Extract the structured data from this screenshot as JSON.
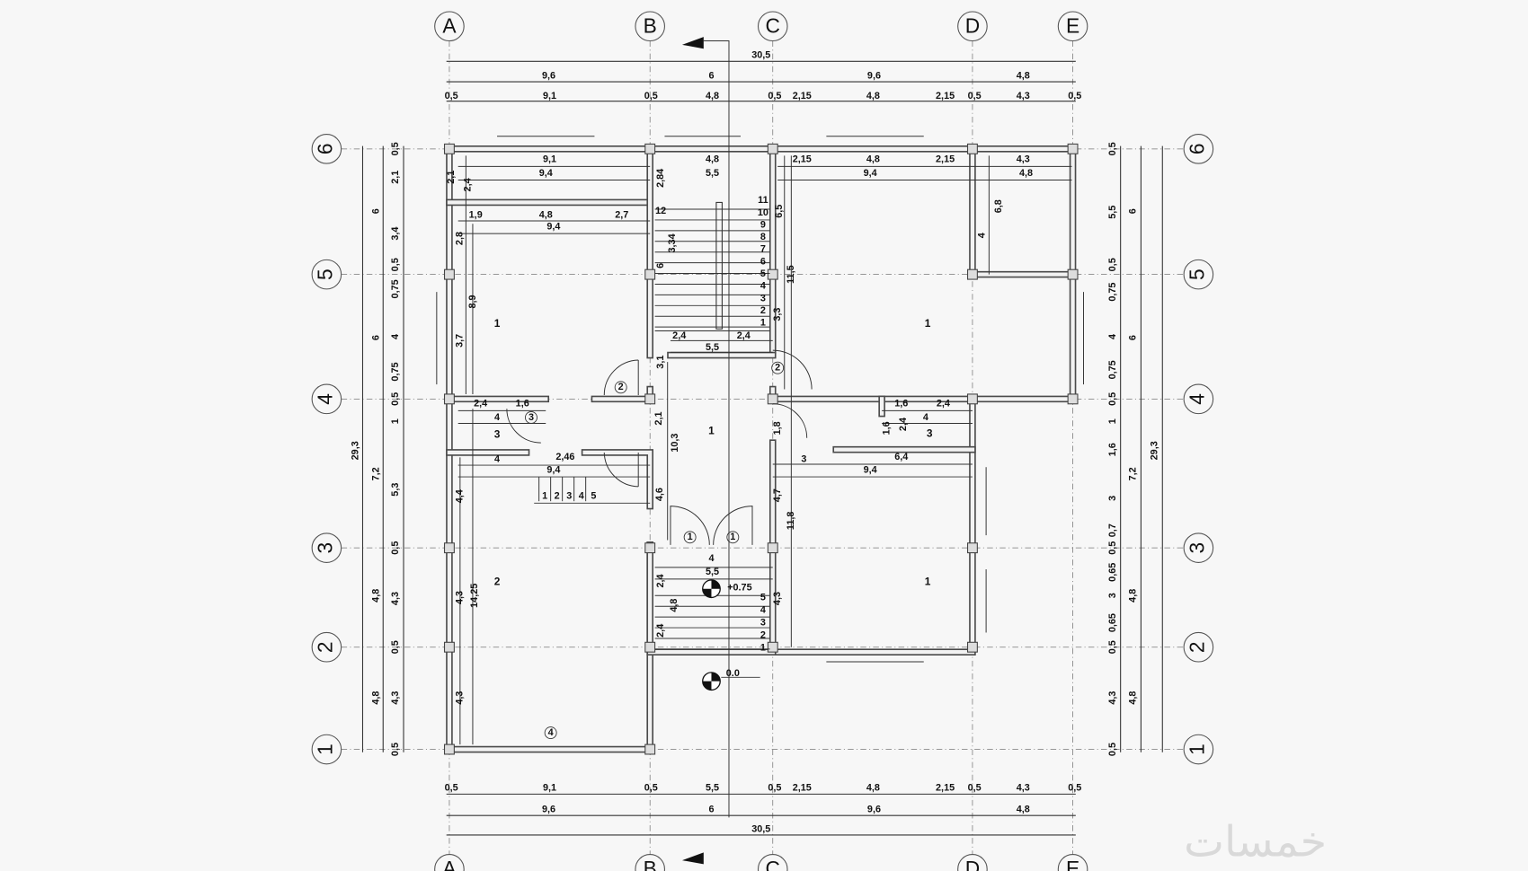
{
  "grid": {
    "columns": [
      "A",
      "B",
      "C",
      "D",
      "E"
    ],
    "rows": [
      "6",
      "5",
      "4",
      "3",
      "2",
      "1"
    ]
  },
  "dimensions": {
    "top_overall": "30,5",
    "top_axes": [
      "9,6",
      "6",
      "9,6",
      "4,8"
    ],
    "top_detail": [
      "0,5",
      "9,1",
      "0,5",
      "4,8",
      "0,5",
      "2,15",
      "4,8",
      "2,15",
      "0,5",
      "4,3",
      "0,5"
    ],
    "bottom_detail": [
      "0,5",
      "9,1",
      "0,5",
      "5,5",
      "0,5",
      "2,15",
      "4,8",
      "2,15",
      "0,5",
      "4,3",
      "0,5"
    ],
    "bottom_axes": [
      "9,6",
      "6",
      "9,6",
      "4,8"
    ],
    "bottom_overall": "30,5",
    "left_overall": "29,3",
    "left_axes": [
      "6",
      "6",
      "7,2",
      "4,8",
      "4,8"
    ],
    "left_detail": [
      "0,5",
      "2,1",
      "3,4",
      "0,5",
      "0,75",
      "4",
      "0,75",
      "0,5",
      "1",
      "5,3",
      "0,5",
      "4,3",
      "0,5",
      "4,3",
      "0,5"
    ],
    "right_overall": "29,3",
    "right_axes": [
      "6",
      "6",
      "7,2",
      "4,8",
      "4,8"
    ],
    "right_detail": [
      "0,5",
      "5,5",
      "0,5",
      "0,75",
      "4",
      "0,75",
      "0,5",
      "1",
      "1,6",
      "3",
      "0,7",
      "0,5",
      "0,65",
      "3",
      "0,65",
      "0,5",
      "4,3",
      "0,5"
    ]
  },
  "interior_labels": {
    "horizontal": [
      "9,1",
      "9,4",
      "4,8",
      "5,5",
      "2,15",
      "4,8",
      "2,15",
      "9,4",
      "4,3",
      "4,8",
      "1,9",
      "4,8",
      "2,7",
      "9,4",
      "2,4",
      "2,4",
      "5,5",
      "2,4",
      "1,6",
      "4",
      "4",
      "2,46",
      "9,4",
      "1,6",
      "2,4",
      "4",
      "6,4",
      "3",
      "9,4",
      "4",
      "5,5"
    ],
    "vertical": [
      "2,1",
      "2,4",
      "2,84",
      "2,8",
      "8,9",
      "3,7",
      "3,34",
      "6",
      "6,5",
      "11,5",
      "3,3",
      "3,1",
      "2,1",
      "10,3",
      "1,8",
      "4,7",
      "11,8",
      "4,6",
      "4,4",
      "4,3",
      "14,25",
      "4,3",
      "2,4",
      "4,8",
      "2,4",
      "4,3",
      "4",
      "6,8",
      "1,6",
      "2,4"
    ]
  },
  "rooms": [
    "1",
    "1",
    "1",
    "1",
    "2",
    "3",
    "3"
  ],
  "room_tags": [
    "2",
    "2",
    "1",
    "1",
    "4",
    "3"
  ],
  "stairs": {
    "upper_steps": [
      "1",
      "2",
      "3",
      "4",
      "5",
      "6",
      "7",
      "8",
      "9",
      "10",
      "11",
      "12"
    ],
    "lower_steps": [
      "1",
      "2",
      "3",
      "4",
      "5"
    ],
    "lower_left_steps": [
      "1",
      "2",
      "3",
      "4",
      "5"
    ]
  },
  "elevations": {
    "upper": "+0.75",
    "ground": "0.0"
  },
  "watermark": "خمسات"
}
